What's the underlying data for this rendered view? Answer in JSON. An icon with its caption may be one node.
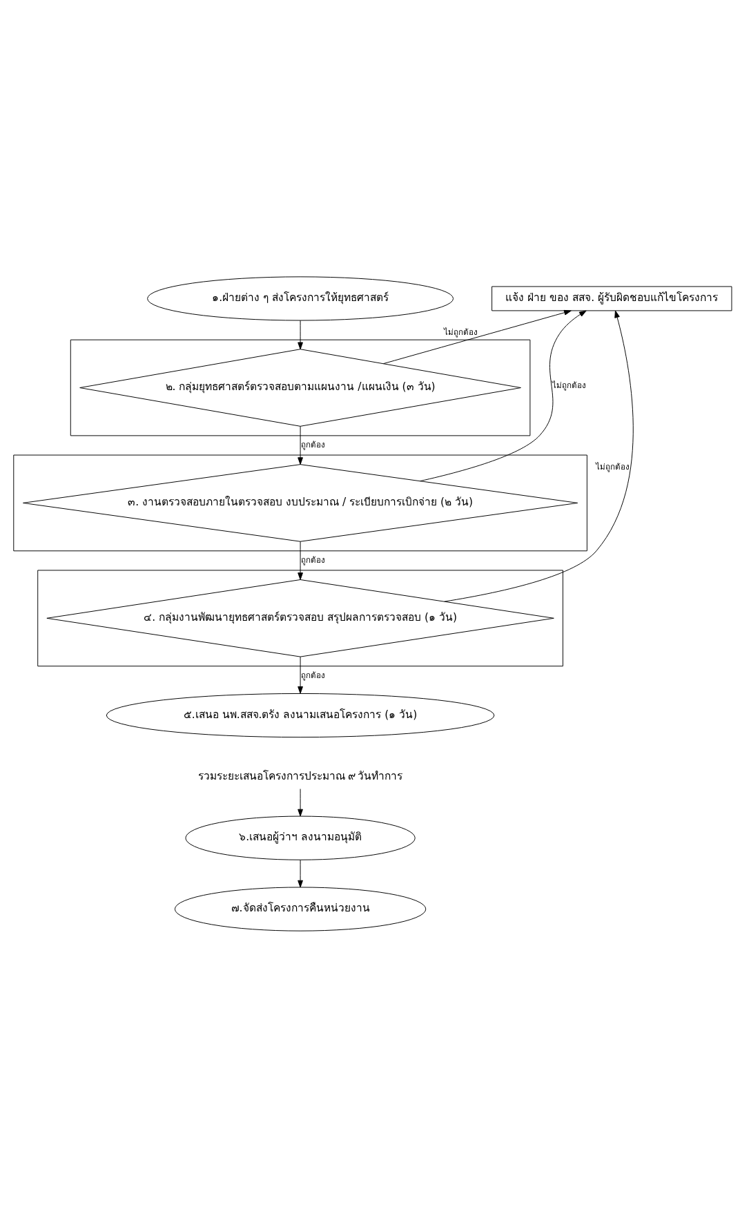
{
  "diagram": {
    "nodes": [
      {
        "text": [
          "๑.ฝ่ายต่าง ๆ ส่งโครงการให้ยุทธศาสตร์"
        ]
      },
      {
        "text": [],
        "shape": "box"
      },
      {
        "text": [
          "๒. กลุ่มยุทธศาสตร์ตรวจสอบตามแผนงาน /แผนเงิน (๓ วัน)"
        ],
        "in": 1
      },
      {
        "text": [],
        "shape": "box"
      },
      {
        "text": [
          "๓. งานตรวจสอบภายในตรวจสอบ งบประมาณ / ระเบียบการเบิกจ่าย (๒ วัน)"
        ],
        "in": 3
      },
      {
        "text": [
          "แจ้ง ฝ่าย ของ สสจ. ผู้รับผิดชอบแก้ไขโครงการ"
        ]
      },
      {
        "text": [],
        "shape": "box"
      },
      {
        "text": [
          "๔. กลุ่มงานพัฒนายุทธศาสตร์ตรวจสอบ สรุปผลการตรวจสอบ (๑ วัน)"
        ],
        "in": 6
      },
      {
        "text": [
          "๕.เสนอ นพ.สสจ.ตรัง ลงนามเสนอโครงการ (๑ วัน)"
        ]
      },
      {
        "text": [
          "รวมระยะเสนอโครงการประมาณ ๙ วันทำการ"
        ]
      },
      {
        "text": [
          "๖.เสนอผู้ว่าฯ ลงนามอนุมัติ"
        ]
      },
      {
        "text": [
          "๗.จัดส่งโครงการคืนหน่วยงาน"
        ]
      }
    ],
    "edges": [
      {
        "from": 0,
        "to": 2,
        "arrow": "to"
      },
      {
        "from": 2,
        "to": 5,
        "arrow": "to",
        "label": "ไม่ถูกต้อง"
      },
      {
        "from": 2,
        "to": 4,
        "arrow": "to",
        "label": "ถูกต้อง"
      },
      {
        "from": 4,
        "to": 5,
        "arrow": "to",
        "label": "ไม่ถูกต้อง"
      },
      {
        "from": 4,
        "to": 7,
        "arrow": "to",
        "label": "ถูกต้อง"
      },
      {
        "from": 7,
        "to": 5,
        "arrow": "to",
        "label": "ไม่ถูกต้อง"
      },
      {
        "from": 7,
        "to": 8,
        "arrow": "to",
        "label": "ถูกต้อง"
      },
      {
        "from": 9,
        "to": 10,
        "arrow": "to"
      },
      {
        "from": 10,
        "to": 11,
        "arrow": "to"
      }
    ]
  }
}
